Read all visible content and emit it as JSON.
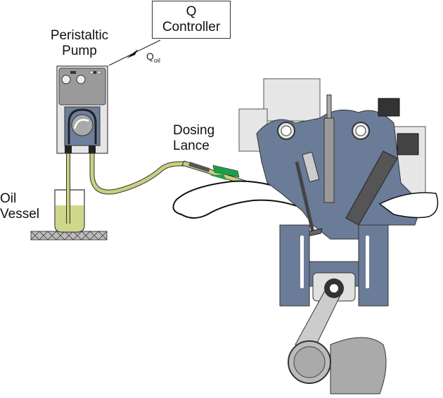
{
  "labels": {
    "controller_line1": "Q",
    "controller_line2": "Controller",
    "pump_line1": "Peristaltic",
    "pump_line2": "Pump",
    "flow_symbol": "Q",
    "flow_subscript": "oil",
    "lance_line1": "Dosing",
    "lance_line2": "Lance",
    "vessel_line1": "Oil",
    "vessel_line2": "Vessel"
  },
  "colors": {
    "engine_blue": "#6b7c99",
    "engine_light": "#e6e6e6",
    "oil": "#cfd88a",
    "tube": "#c9cf7e",
    "lance_green": "#1f9e4a",
    "pump_gray": "#9a9a9a",
    "pump_head": "#6d7f9c"
  }
}
